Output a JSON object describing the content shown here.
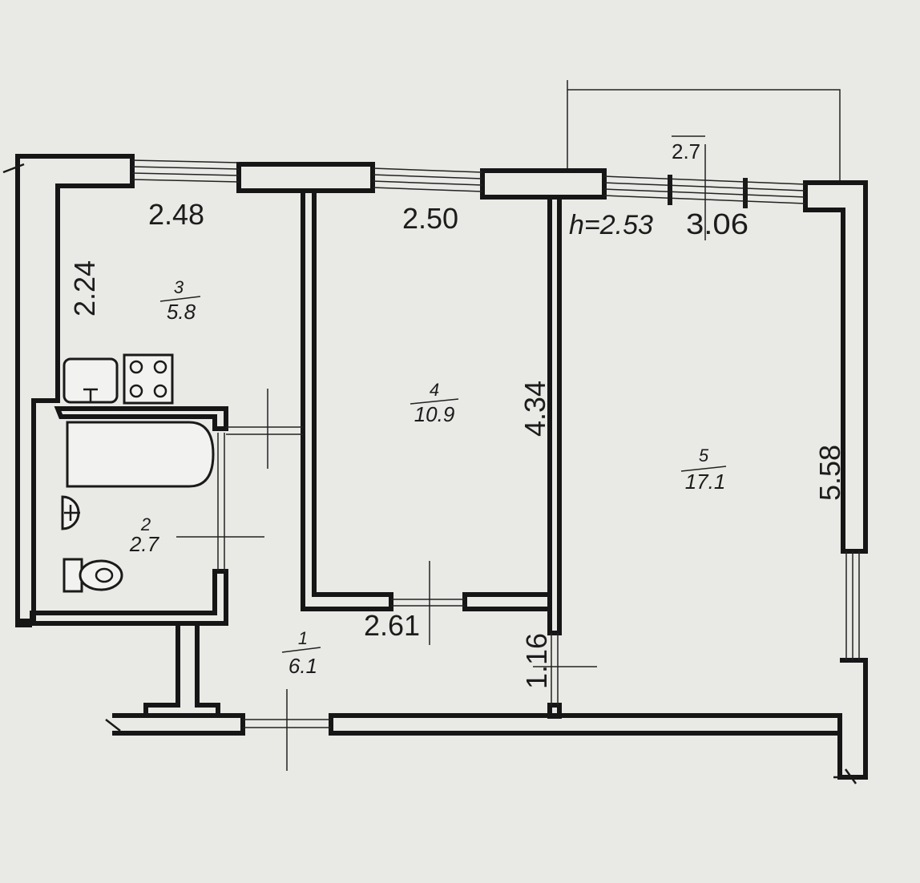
{
  "plan": {
    "ceiling_height": "h=2.53",
    "balcony_label": "2.7",
    "dimensions": {
      "kitchen_width": "2.48",
      "kitchen_depth": "2.24",
      "room4_width": "2.50",
      "room4_depth": "4.34",
      "room5_width": "3.06",
      "room5_depth": "5.58",
      "hall_width": "2.61",
      "closet_depth": "1.16"
    },
    "rooms": [
      {
        "number": "3",
        "area": "5.8"
      },
      {
        "number": "4",
        "area": "10.9"
      },
      {
        "number": "5",
        "area": "17.1"
      },
      {
        "number": "2",
        "area": "2.7"
      },
      {
        "number": "1",
        "area": "6.1"
      }
    ]
  }
}
